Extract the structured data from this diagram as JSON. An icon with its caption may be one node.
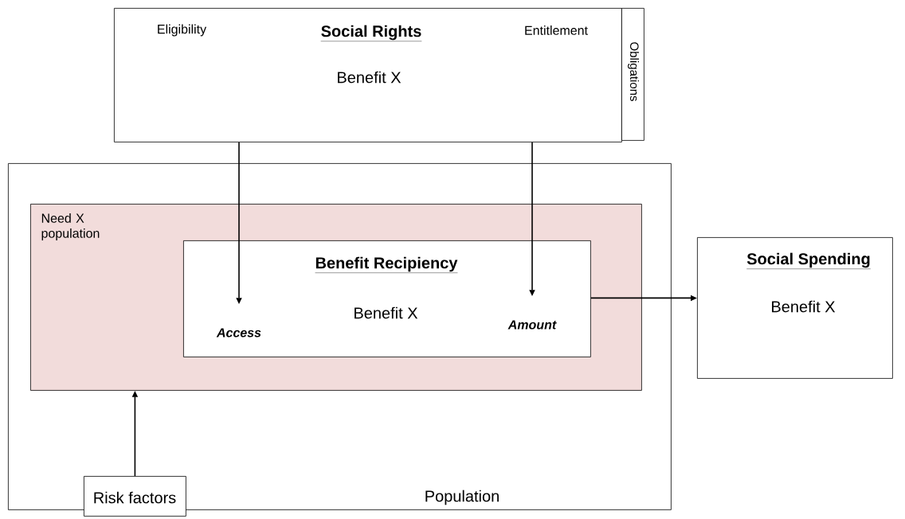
{
  "diagram": {
    "nodes": [
      {
        "text": [
          "Eligibility",
          "Social Rights",
          "Entitlement",
          "Benefit X"
        ]
      },
      {
        "text": [
          "Obligations"
        ]
      },
      {
        "text": [
          "Population"
        ]
      },
      {
        "text": [
          "Need X population"
        ],
        "in": 2
      },
      {
        "text": [
          "Benefit Recipiency",
          "Benefit X"
        ],
        "in": 3
      },
      {
        "text": [
          "Access"
        ],
        "in": 4
      },
      {
        "text": [
          "Amount"
        ],
        "in": 4
      },
      {
        "text": [
          "Risk factors"
        ],
        "in": 2
      },
      {
        "text": [
          "Social Spending",
          "Benefit X"
        ]
      }
    ],
    "edges": [
      {
        "from": 0,
        "to": 5,
        "arrow": "to"
      },
      {
        "from": 0,
        "to": 6,
        "arrow": "to"
      },
      {
        "from": 4,
        "to": 8,
        "arrow": "to"
      },
      {
        "from": 7,
        "to": 3,
        "arrow": "to"
      }
    ]
  }
}
